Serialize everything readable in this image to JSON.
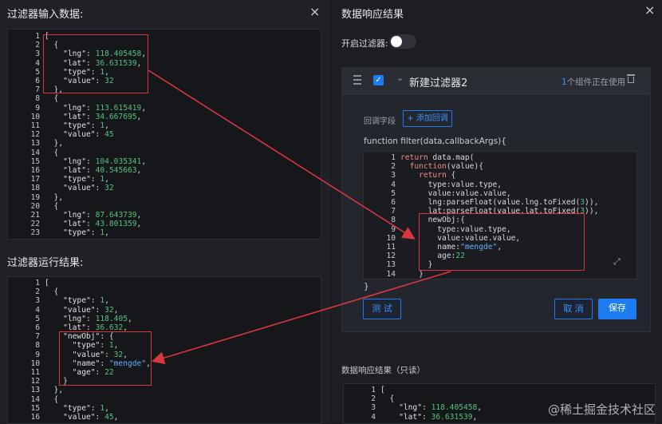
{
  "left": {
    "input_title": "过滤器输入数据:",
    "result_title": "过滤器运行结果:",
    "input_lines": [
      {
        "n": "1",
        "t": "["
      },
      {
        "n": "2",
        "t": "  {"
      },
      {
        "n": "3",
        "t": "    \"lng\": 118.405458,"
      },
      {
        "n": "4",
        "t": "    \"lat\": 36.631539,"
      },
      {
        "n": "5",
        "t": "    \"type\": 1,"
      },
      {
        "n": "6",
        "t": "    \"value\": 32"
      },
      {
        "n": "7",
        "t": "  },"
      },
      {
        "n": "8",
        "t": "  {"
      },
      {
        "n": "9",
        "t": "    \"lng\": 113.615419,"
      },
      {
        "n": "10",
        "t": "    \"lat\": 34.667695,"
      },
      {
        "n": "11",
        "t": "    \"type\": 1,"
      },
      {
        "n": "12",
        "t": "    \"value\": 45"
      },
      {
        "n": "13",
        "t": "  },"
      },
      {
        "n": "14",
        "t": "  {"
      },
      {
        "n": "15",
        "t": "    \"lng\": 104.035341,"
      },
      {
        "n": "16",
        "t": "    \"lat\": 40.545663,"
      },
      {
        "n": "17",
        "t": "    \"type\": 1,"
      },
      {
        "n": "18",
        "t": "    \"value\": 32"
      },
      {
        "n": "19",
        "t": "  },"
      },
      {
        "n": "20",
        "t": "  {"
      },
      {
        "n": "21",
        "t": "    \"lng\": 87.643739,"
      },
      {
        "n": "22",
        "t": "    \"lat\": 43.801359,"
      },
      {
        "n": "23",
        "t": "    \"type\": 1,"
      }
    ],
    "result_lines": [
      {
        "n": "1",
        "t": "["
      },
      {
        "n": "2",
        "t": "  {"
      },
      {
        "n": "3",
        "t": "    \"type\": 1,"
      },
      {
        "n": "4",
        "t": "    \"value\": 32,"
      },
      {
        "n": "5",
        "t": "    \"lng\": 118.405,"
      },
      {
        "n": "6",
        "t": "    \"lat\": 36.632,"
      },
      {
        "n": "7",
        "t": "    \"newObj\": {"
      },
      {
        "n": "8",
        "t": "      \"type\": 1,"
      },
      {
        "n": "9",
        "t": "      \"value\": 32,"
      },
      {
        "n": "10",
        "t": "      \"name\": \"mengde\","
      },
      {
        "n": "11",
        "t": "      \"age\": 22"
      },
      {
        "n": "12",
        "t": "    }"
      },
      {
        "n": "13",
        "t": "  },"
      },
      {
        "n": "14",
        "t": "  {"
      },
      {
        "n": "15",
        "t": "    \"type\": 1,"
      },
      {
        "n": "16",
        "t": "    \"value\": 45,"
      }
    ]
  },
  "right": {
    "title": "数据响应结果",
    "toggle_label": "开启过滤器:",
    "filter_name": "新建过滤器2",
    "usage_count": "1",
    "usage_text": "个组件正在使用",
    "callback_label": "回调字段",
    "add_callback": "+ 添加回调",
    "func_sig": "function filter(data,callbackArgs){",
    "func_close": "}",
    "code_lines": [
      {
        "n": "1",
        "t": "return data.map("
      },
      {
        "n": "2",
        "t": "  function(value){"
      },
      {
        "n": "3",
        "t": "    return {"
      },
      {
        "n": "4",
        "t": "      type:value.type,"
      },
      {
        "n": "5",
        "t": "      value:value.value,"
      },
      {
        "n": "6",
        "t": "      lng:parseFloat(value.lng.toFixed(3)),"
      },
      {
        "n": "7",
        "t": "      lat:parseFloat(value.lat.toFixed(3)),"
      },
      {
        "n": "8",
        "t": "      newObj:{"
      },
      {
        "n": "9",
        "t": "        type:value.type,"
      },
      {
        "n": "10",
        "t": "        value:value.value,"
      },
      {
        "n": "11",
        "t": "        name:\"mengde\","
      },
      {
        "n": "12",
        "t": "        age:22"
      },
      {
        "n": "13",
        "t": "      }"
      },
      {
        "n": "14",
        "t": "    }"
      }
    ],
    "test_btn": "测 试",
    "cancel_btn": "取 消",
    "save_btn": "保存",
    "readonly_title": "数据响应结果（只读）",
    "readonly_lines": [
      {
        "n": "1",
        "t": "["
      },
      {
        "n": "2",
        "t": "  {"
      },
      {
        "n": "3",
        "t": "    \"lng\": 118.405458,"
      },
      {
        "n": "4",
        "t": "    \"lat\": 36.631539,"
      }
    ]
  },
  "watermark": "@稀土掘金技术社区",
  "close_glyph": "×",
  "colors": {
    "accent": "#1d7cf2",
    "annotation": "#d9363e",
    "number": "#56c27a",
    "string": "#62b3ff"
  }
}
